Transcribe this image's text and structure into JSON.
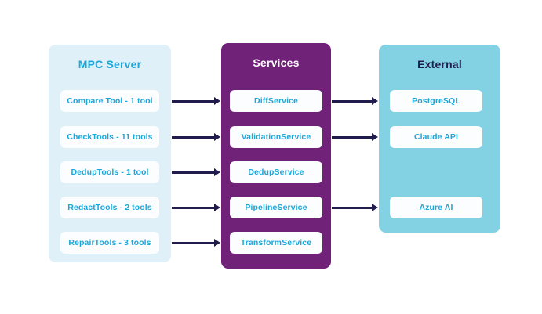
{
  "diagram": {
    "columns": [
      {
        "id": "mpc-server",
        "title": "MPC Server",
        "items": [
          {
            "label": "Compare Tool - 1 tool",
            "row": 0
          },
          {
            "label": "CheckTools - 11 tools",
            "row": 1
          },
          {
            "label": "DedupTools - 1 tool",
            "row": 2
          },
          {
            "label": "RedactTools - 2 tools",
            "row": 3
          },
          {
            "label": "RepairTools - 3 tools",
            "row": 4
          }
        ]
      },
      {
        "id": "services",
        "title": "Services",
        "items": [
          {
            "label": "DiffService",
            "row": 0
          },
          {
            "label": "ValidationService",
            "row": 1
          },
          {
            "label": "DedupService",
            "row": 2
          },
          {
            "label": "PipelineService",
            "row": 3
          },
          {
            "label": "TransformService",
            "row": 4
          }
        ]
      },
      {
        "id": "external",
        "title": "External",
        "items": [
          {
            "label": "PostgreSQL",
            "row": 0
          },
          {
            "label": "Claude API",
            "row": 1
          },
          {
            "label": "Azure AI",
            "row": 3
          }
        ]
      }
    ],
    "connections": [
      {
        "from": "mpc-server",
        "to": "services",
        "rows": [
          0,
          1,
          2,
          3,
          4
        ]
      },
      {
        "from": "services",
        "to": "external",
        "rows": [
          0,
          1,
          3
        ]
      }
    ],
    "colors": {
      "background": "#ffffff",
      "mpc_server_bg": "#dff0f8",
      "services_bg": "#6f2277",
      "external_bg": "#82d2e4",
      "node_bg": "#fcfdfe",
      "node_text": "#1ba7da",
      "mpc_server_title": "#1ba7da",
      "services_title": "#ffffff",
      "external_title": "#211c4e",
      "arrow": "#211c4e"
    }
  }
}
